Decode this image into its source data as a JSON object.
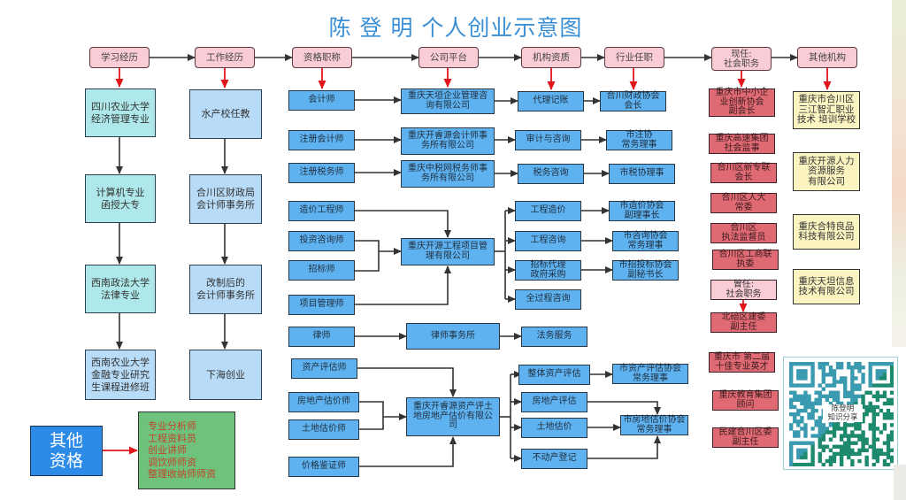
{
  "title": "陈  登  明  个人创业示意图",
  "headers": [
    "学习经历",
    "工作经历",
    "资格职称",
    "公司平台",
    "机构资质",
    "行业任职",
    "现任:\n社会职务",
    "其他机构"
  ],
  "education": [
    "四川农业大学\n经济管理专业",
    "计算机专业\n函授大专",
    "西南政法大学\n法律专业",
    "西南农业大学\n金融专业研究\n生课程进修班"
  ],
  "work": [
    "水产校任教",
    "合川区财政局\n会计师事务所",
    "改制后的\n会计师事务所",
    "下海创业"
  ],
  "qualifications": [
    "会计师",
    "注册会计师",
    "注册税务师",
    "造价工程师",
    "投资咨询师",
    "招标师",
    "项目管理师",
    "律师",
    "资产评估师",
    "房地产估价师",
    "土地估价师",
    "价格鉴证师"
  ],
  "companies": [
    "重庆天垣企业管理咨\n询有限公司",
    "重庆开睿源会计师事\n务所有限公司",
    "重庆中税网税务师事\n务所有限公司",
    "重庆开源工程项目管\n理有限公司",
    "律师事务所",
    "重庆开睿源资产评土\n地房地产估价有限公\n司"
  ],
  "institutions": [
    "代理记账",
    "审计与咨询",
    "税务咨询",
    "工程造价",
    "工程咨询",
    "招标代理\n政府采购",
    "全过程咨询",
    "法务服务",
    "整体资产评估",
    "房地产评估",
    "土地估价",
    "不动产登记"
  ],
  "industry_posts": [
    "合川财政协会\n会长",
    "市注协\n常务理事",
    "市税协理事",
    "市造价协会\n副理事长",
    "市咨询协会\n常务理事",
    "市招投标协会\n副秘书长",
    "市资产评估协会\n常务理事",
    "市房地估价协会\n常务理事"
  ],
  "current_posts": [
    "重庆市中小企\n业创新协会\n副会长",
    "重庆高速集团\n社会监事",
    "合川区新专联\n会长",
    "合川区人大\n常委",
    "合川区\n执法监督员",
    "合川区工商联\n执委"
  ],
  "former_label": "曾任:\n社会职务",
  "former_posts": [
    "北碚区建委\n副主任",
    "重庆市 第二届\n十佳专业英才",
    "重庆教育集团\n顾问",
    "民建合川区委\n副主任"
  ],
  "other_orgs": [
    "重庆市合川区\n三江智汇职业\n技术 培训学校",
    "重庆开源人力\n资源服务\n有限公司",
    "重庆合特良品\n科技有限公司",
    "重庆天坦信息\n技术有限公司"
  ],
  "other_qualifications": {
    "label": "其他\n资格",
    "items": "专业分析师\n工程资料员\n创业讲师\n调饮师师资\n整理收纳师师资"
  },
  "qr": {
    "label": "陈登明\n知识分享"
  },
  "colors": {
    "title": "#3b8fd4",
    "red_arrow": "#e0161b",
    "blue_box": "#5fb2f0",
    "red_box": "#e06a73",
    "header": "#f9ccd6"
  }
}
